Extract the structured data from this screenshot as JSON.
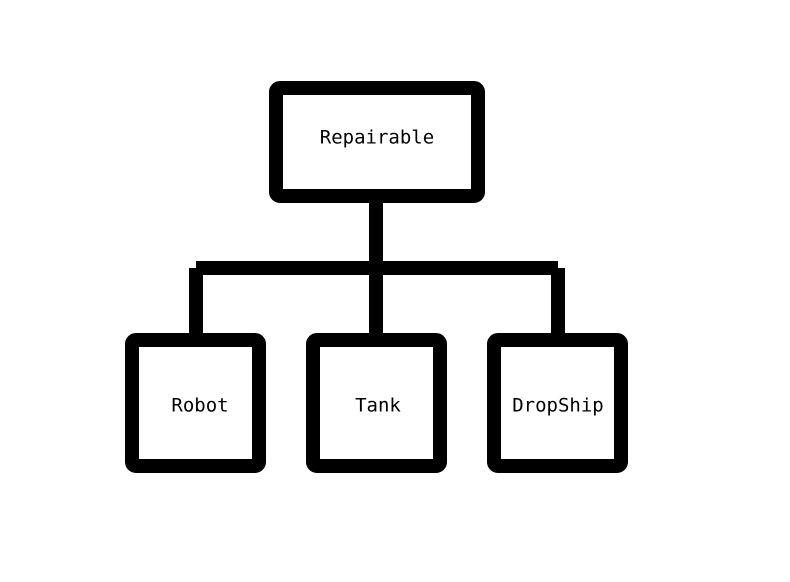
{
  "diagram": {
    "root": {
      "label": "Repairable"
    },
    "children": [
      {
        "label": "Robot"
      },
      {
        "label": "Tank"
      },
      {
        "label": "DropShip"
      }
    ]
  },
  "colors": {
    "stroke": "#000000",
    "background": "#ffffff"
  }
}
